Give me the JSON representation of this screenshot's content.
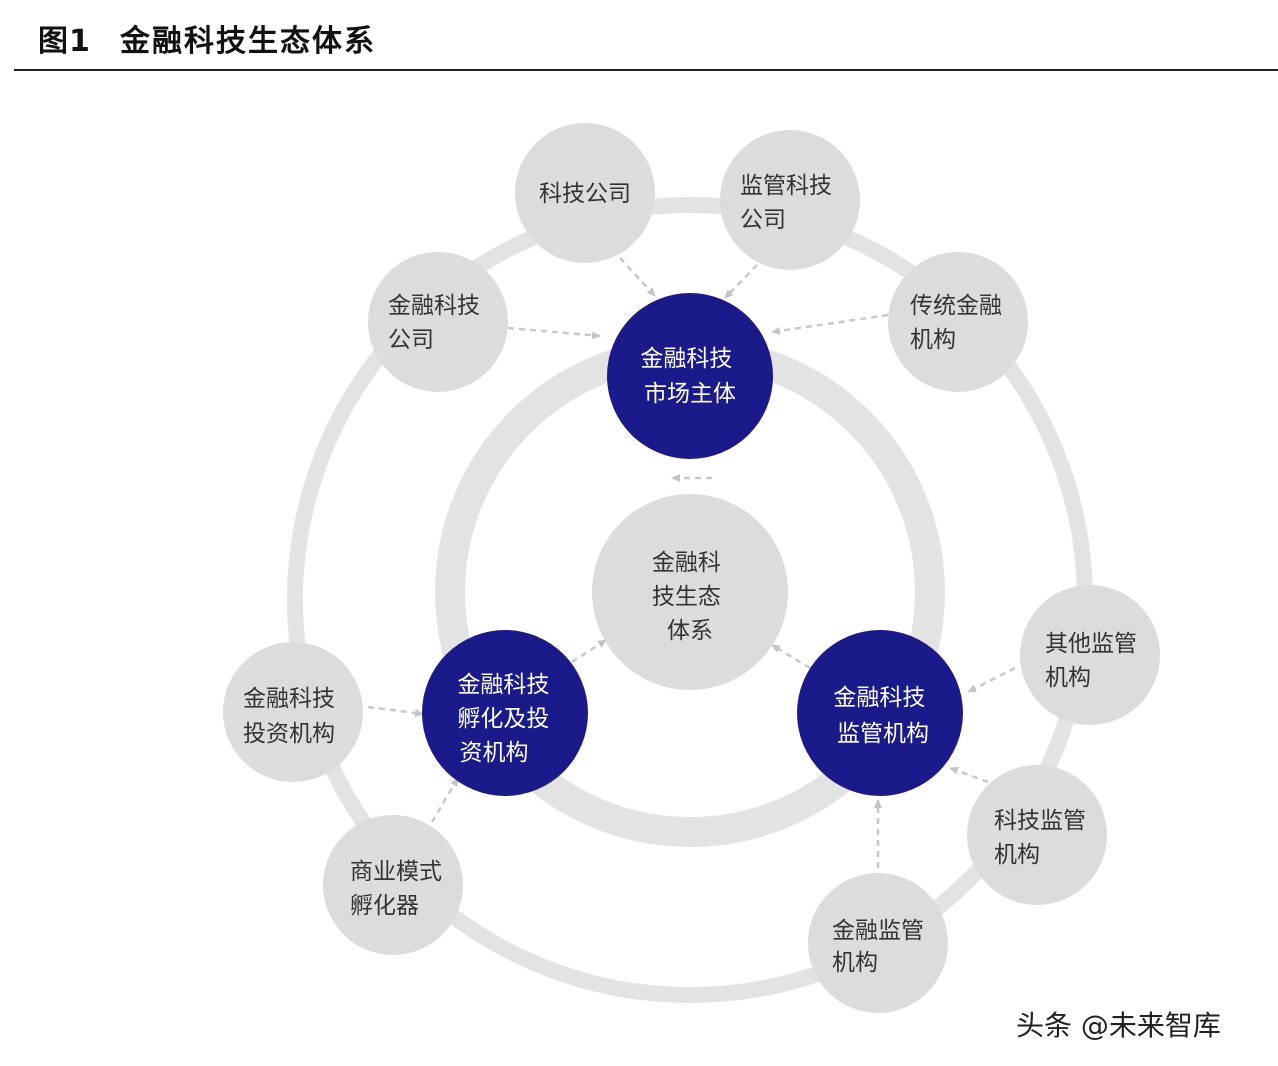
{
  "header": {
    "figure_label": "图1",
    "title": "金融科技生态体系"
  },
  "colors": {
    "grey_node": "#dcdcdc",
    "ring": "#e3e3e3",
    "blue_node": "#1a1a8a",
    "text_dark": "#333333",
    "text_light": "#ffffff",
    "arrow": "#bdbdbd"
  },
  "diagram": {
    "center": {
      "lines": [
        "金融科",
        "技生态",
        "体系"
      ]
    },
    "core_nodes": {
      "market": {
        "lines": [
          "金融科技",
          "市场主体"
        ]
      },
      "incubation": {
        "lines": [
          "金融科技",
          "孵化及投",
          "资机构"
        ]
      },
      "regulation": {
        "lines": [
          "金融科技",
          "监管机构"
        ]
      }
    },
    "outer_nodes": {
      "tech_company": {
        "lines": [
          "科技公司"
        ]
      },
      "regtech_company": {
        "lines": [
          "监管科技",
          "公司"
        ]
      },
      "fintech_company": {
        "lines": [
          "金融科技",
          "公司"
        ]
      },
      "traditional_finance": {
        "lines": [
          "传统金融",
          "机构"
        ]
      },
      "investment": {
        "lines": [
          "金融科技",
          "投资机构"
        ]
      },
      "business_incubator": {
        "lines": [
          "商业模式",
          "孵化器"
        ]
      },
      "other_regulators": {
        "lines": [
          "其他监管",
          "机构"
        ]
      },
      "tech_regulators": {
        "lines": [
          "科技监管",
          "机构"
        ]
      },
      "finance_regulators": {
        "lines": [
          "金融监管",
          "机构"
        ]
      }
    }
  },
  "watermark": "头条 @未来智库"
}
